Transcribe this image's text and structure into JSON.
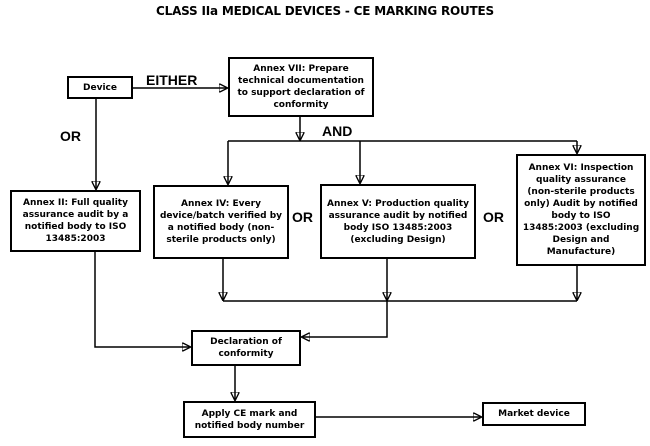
{
  "title": "CLASS IIa MEDICAL DEVICES - CE MARKING ROUTES",
  "nodes": {
    "device": {
      "label": "Device"
    },
    "annex_vii": {
      "label": "Annex VII: Prepare technical documentation to support declaration of conformity"
    },
    "annex_ii": {
      "label": "Annex II: Full quality assurance audit by a notified body to ISO 13485:2003"
    },
    "annex_iv": {
      "label": "Annex IV: Every device/batch verified by a notified body (non-sterile products only)"
    },
    "annex_v": {
      "label": "Annex V: Production quality assurance audit by notified body ISO 13485:2003 (excluding Design)"
    },
    "annex_vi": {
      "label": "Annex VI: Inspection quality assurance (non-sterile products only) Audit by notified body to ISO 13485:2003 (excluding Design and Manufacture)"
    },
    "declaration": {
      "label": "Declaration of conformity"
    },
    "apply_ce": {
      "label": "Apply CE mark and notified body number"
    },
    "market": {
      "label": "Market device"
    }
  },
  "connector_labels": {
    "either": "EITHER",
    "or_left": "OR",
    "and": "AND",
    "or_mid": "OR",
    "or_right": "OR"
  },
  "edges": [
    {
      "from": "device",
      "to": "annex_vii",
      "label": "EITHER"
    },
    {
      "from": "device",
      "to": "annex_ii",
      "label": "OR"
    },
    {
      "from": "annex_vii",
      "to": "annex_iv",
      "label": "AND"
    },
    {
      "from": "annex_iv",
      "to": "annex_v",
      "label": "OR"
    },
    {
      "from": "annex_v",
      "to": "annex_vi",
      "label": "OR"
    },
    {
      "from": "annex_ii",
      "to": "declaration",
      "label": ""
    },
    {
      "from": "annex_iv",
      "to": "declaration",
      "label": ""
    },
    {
      "from": "annex_v",
      "to": "declaration",
      "label": ""
    },
    {
      "from": "annex_vi",
      "to": "declaration",
      "label": ""
    },
    {
      "from": "declaration",
      "to": "apply_ce",
      "label": ""
    },
    {
      "from": "apply_ce",
      "to": "market",
      "label": ""
    }
  ],
  "colors": {
    "background": "#ffffff",
    "box_fill": "#ffffff",
    "box_border": "#000000",
    "line": "#000000",
    "text": "#000000"
  }
}
